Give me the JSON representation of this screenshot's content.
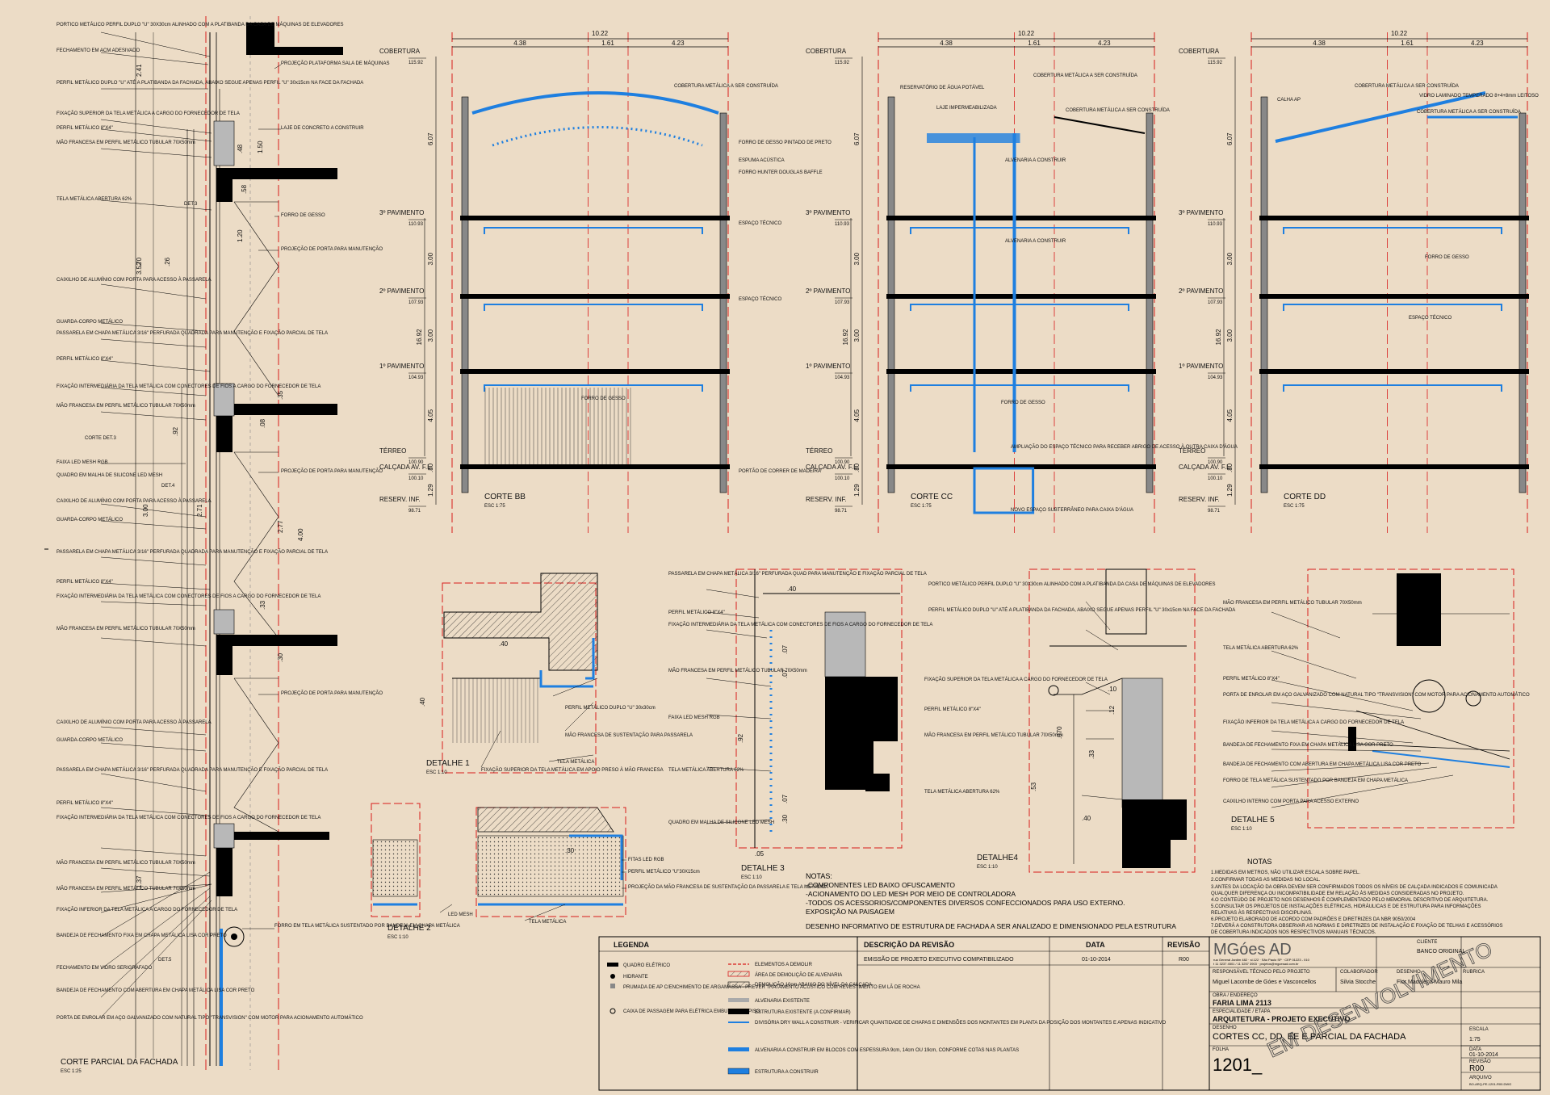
{
  "facade": {
    "title": "CORTE PARCIAL DA FACHADA",
    "scale": "ESC 1:25",
    "dims": [
      "2.41",
      "1.50",
      ".48",
      "3.52",
      ".92",
      "3.00",
      "4.00",
      "2.71",
      "2.77",
      "1.37",
      ".35",
      ".33",
      ".30",
      "1.20",
      ".58",
      ".08",
      ".70",
      ".26"
    ],
    "markers": [
      "DET.3",
      "CORTE DET.3",
      "DET.4",
      "DET.5"
    ],
    "labels": [
      "PORTICO METÁLICO PERFIL DUPLO \"U\" 30X30cm ALINHADO COM A PLATIBANDA DA CASA DE MÁQUINAS DE ELEVADORES",
      "FECHAMENTO EM ACM ADESIVADO",
      "PERFIL METÁLICO DUPLO \"U\" ATÉ A PLATIBANDA DA FACHADA, ABAIXO SEGUE APENAS PERFIL \"U\" 30x15cm NA FACE DA FACHADA",
      "FIXAÇÃO SUPERIOR DA TELA METÁLICA A CARGO DO FORNECEDOR DE TELA",
      "PERFIL METÁLICO 8\"X4\"",
      "MÃO FRANCESA EM PERFIL METÁLICO TUBULAR 70X50mm",
      "TELA METÁLICA ABERTURA 62%",
      "CAIXILHO DE ALUMÍNIO COM PORTA PARA ACESSO À PASSARELA",
      "GUARDA-CORPO METÁLICO",
      "PASSARELA EM CHAPA METÁLICA 3/16\" PERFURADA QUADRADA PARA MANUTENÇÃO E FIXAÇÃO PARCIAL DE TELA",
      "PERFIL METÁLICO 8\"X4\"",
      "FIXAÇÃO INTERMEDIÁRIA DA TELA METÁLICA COM CONECTORES DE FIOS A CARGO DO FORNECEDOR DE TELA",
      "MÃO FRANCESA EM PERFIL METÁLICO TUBULAR 70X50mm",
      "FAIXA LED MESH RGB",
      "QUADRO EM MALHA DE SILICONE LED MESH",
      "CAIXILHO DE ALUMÍNIO COM PORTA PARA ACESSO À PASSARELA",
      "GUARDA-CORPO METÁLICO",
      "PASSARELA EM CHAPA METÁLICA 3/16\" PERFURADA QUADRADA PARA MANUTENÇÃO E FIXAÇÃO PARCIAL DE TELA",
      "PERFIL METÁLICO 8\"X4\"",
      "FIXAÇÃO INTERMEDIÁRIA DA TELA METÁLICA COM CONECTORES DE FIOS A CARGO DO FORNECEDOR DE TELA",
      "MÃO FRANCESA EM PERFIL METÁLICO TUBULAR 70X50mm",
      "CAIXILHO DE ALUMÍNIO COM PORTA PARA ACESSO À PASSARELA",
      "GUARDA-CORPO METÁLICO",
      "PASSARELA EM CHAPA METÁLICA 3/16\" PERFURADA QUADRADA PARA MANUTENÇÃO E FIXAÇÃO PARCIAL DE TELA",
      "PERFIL METÁLICO 8\"X4\"",
      "FIXAÇÃO INTERMEDIÁRIA DA TELA METÁLICA COM CONECTORES DE FIOS A CARGO DO FORNECEDOR DE TELA",
      "MÃO FRANCESA EM PERFIL METÁLICO TUBULAR 70X50mm",
      "MÃO FRANCESA EM PERFIL METÁLICO TUBULAR 70X50mm",
      "FIXAÇÃO INFERIOR DA TELA METÁLICA A CARGO DO FORNECEDOR DE TELA",
      "BANDEJA DE FECHAMENTO FIXA EM CHAPA METÁLICA LISA COR PRETO",
      "FECHAMENTO EM VIDRO SERIGRAFADO",
      "BANDEJA DE FECHAMENTO COM ABERTURA EM CHAPA METÁLICA LISA COR PRETO",
      "PORTA DE ENROLAR EM AÇO GALVANIZADO COM NATURAL TIPO \"TRANSVISION\" COM MOTOR PARA ACIONAMENTO AUTOMÁTICO"
    ],
    "right_labels": [
      "PROJEÇÃO PLATAFORMA SALA DE MÁQUINAS",
      "LAJE DE CONCRETO A CONSTRUIR",
      "FORRO DE GESSO",
      "PROJEÇÃO DE PORTA PARA MANUTENÇÃO",
      "PROJEÇÃO DE PORTA PARA MANUTENÇÃO",
      "PROJEÇÃO DE PORTA PARA MANUTENÇÃO",
      "FORRO EM TELA METÁLICA SUSTENTADO POR BANDEJA EM CHAPA METÁLICA"
    ]
  },
  "sections": [
    {
      "title": "CORTE BB",
      "scale": "ESC 1:75",
      "overall": "10.22",
      "spans": [
        "4.38",
        "1.61",
        "4.23"
      ],
      "levels": [
        {
          "name": "COBERTURA",
          "elev": "115.92"
        },
        {
          "name": "3º PAVIMENTO",
          "elev": "110.93"
        },
        {
          "name": "2º PAVIMENTO",
          "elev": "107.93"
        },
        {
          "name": "1º PAVIMENTO",
          "elev": "104.93"
        },
        {
          "name": "TÉRREO",
          "elev": "100.90"
        },
        {
          "name": "CALÇADA AV. F.L.",
          "elev": "100.10"
        },
        {
          "name": "RESERV. INF.",
          "elev": "98.71"
        }
      ],
      "vdims": [
        "6.07",
        "3.00",
        "3.00",
        "4.05",
        ".80",
        "1.29",
        "16.92"
      ],
      "annotations": [
        "COBERTURA METÁLICA A SER CONSTRUÍDA",
        "FORRO DE GESSO PINTADO DE PRETO",
        "ESPUMA ACÚSTICA",
        "FORRO HUNTER DOUGLAS BAFFLE",
        "ESPAÇO TÉCNICO",
        "ESPAÇO TÉCNICO",
        "FORRO DE GESSO",
        "PORTÃO DE CORRER DE MADEIRA"
      ]
    },
    {
      "title": "CORTE CC",
      "scale": "ESC 1:75",
      "overall": "10.22",
      "spans": [
        "4.38",
        "1.61",
        "4.23"
      ],
      "levels": [
        {
          "name": "COBERTURA",
          "elev": "115.92"
        },
        {
          "name": "3º PAVIMENTO",
          "elev": "110.93"
        },
        {
          "name": "2º PAVIMENTO",
          "elev": "107.93"
        },
        {
          "name": "1º PAVIMENTO",
          "elev": "104.93"
        },
        {
          "name": "TÉRREO",
          "elev": "100.90"
        },
        {
          "name": "CALÇADA AV. F.L.",
          "elev": "100.10"
        },
        {
          "name": "RESERV. INF.",
          "elev": "98.71"
        }
      ],
      "vdims": [
        "6.07",
        "3.00",
        "3.00",
        "4.05",
        ".80",
        "1.29",
        "16.92"
      ],
      "annotations": [
        "RESERVATÓRIO DE ÁGUA POTÁVEL",
        "COBERTURA METÁLICA A SER CONSTRUÍDA",
        "COBERTURA METÁLICA A SER CONSTRUÍDA",
        "LAJE IMPERMEABILIZADA",
        "ALVENARIA A CONSTRUIR",
        "ALVENARIA A CONSTRUIR",
        "FORRO DE GESSO",
        "AMPLIAÇÃO DO ESPAÇO TÉCNICO PARA RECEBER ABRIGO DE ACESSO À OUTRA CAIXA D'ÁGUA",
        "NOVO ESPAÇO SUBTERRÂNEO PARA CAIXA D'ÁGUA"
      ]
    },
    {
      "title": "CORTE DD",
      "scale": "ESC 1:75",
      "overall": "10.22",
      "spans": [
        "4.38",
        "1.61",
        "4.23"
      ],
      "levels": [
        {
          "name": "COBERTURA",
          "elev": "115.92"
        },
        {
          "name": "3º PAVIMENTO",
          "elev": "110.93"
        },
        {
          "name": "2º PAVIMENTO",
          "elev": "107.93"
        },
        {
          "name": "1º PAVIMENTO",
          "elev": "104.93"
        },
        {
          "name": "TÉRREO",
          "elev": "100.90"
        },
        {
          "name": "CALÇADA AV. F.L.",
          "elev": "100.10"
        },
        {
          "name": "RESERV. INF.",
          "elev": "98.71"
        }
      ],
      "vdims": [
        "6.07",
        "3.00",
        "3.00",
        "4.05",
        ".80",
        "1.29",
        "16.92"
      ],
      "annotations": [
        "CALHA AP",
        "COBERTURA METÁLICA A SER CONSTRUÍDA",
        "VIDRO LAMINADO TEMPERADO 8+4+8mm LEITOSO",
        "COBERTURA METÁLICA A SER CONSTRUÍDA",
        "FORRO DE GESSO",
        "ESPAÇO TÉCNICO"
      ]
    }
  ],
  "details": [
    {
      "title": "DETALHE 1",
      "scale": "ESC 1:10",
      "labels": [
        "PERFIL METÁLICO DUPLO \"U\" 30x30cm",
        "MÃO FRANCESA DE SUSTENTAÇÃO PARA PASSARELA",
        "TELA METÁLICA",
        "FIXAÇÃO SUPERIOR DA TELA METÁLICA EM APOIO PRESO À MÃO FRANCESA"
      ],
      "dims": [
        ".40",
        ".40"
      ]
    },
    {
      "title": "DETALHE 2",
      "scale": "ESC 1:10",
      "labels": [
        "FITAS LED RGB",
        "PERFIL METÁLICO \"U\"30X15cm",
        "PROJEÇÃO DA MÃO FRANCESA DE SUSTENTAÇÃO DA PASSARELA E TELA METÁLICA",
        "LED MESH",
        "TELA METÁLICA"
      ],
      "dims": [
        ".30"
      ]
    },
    {
      "title": "DETALHE 3",
      "scale": "ESC 1:10",
      "labels": [
        "PASSARELA EM CHAPA METÁLICA 3/16\" PERFURADA QUAD PARA MANUTENÇÃO E FIXAÇÃO PARCIAL DE TELA",
        "PERFIL METÁLICO 8\"X4\"",
        "FIXAÇÃO INTERMEDIÁRIA DA TELA METÁLICA COM CONECTORES DE FIOS A CARGO DO FORNECEDOR DE TELA",
        "MÃO FRANCESA EM PERFIL METÁLICO TUBULAR 70X50mm",
        "FAIXA LED MESH RGB",
        "TELA METÁLICA ABERTURA 62%",
        "QUADRO EM MALHA DE SILICONE LED MESH"
      ],
      "dims": [
        ".40",
        ".07",
        ".07",
        ".92",
        ".30",
        ".07",
        ".05"
      ]
    },
    {
      "title": "DETALHE4",
      "scale": "ESC 1:10",
      "labels": [
        "PORTICO METÁLICO PERFIL DUPLO \"U\" 30X30cm ALINHADO COM A PLATIBANDA DA CASA DE MÁQUINAS DE ELEVADORES",
        "PERFIL METÁLICO DUPLO \"U\" ATÉ A PLATIBANDA DA FACHADA, ABAIXO SEGUE APENAS PERFIL \"U\" 30x15cm NA FACE DA FACHADA",
        "FIXAÇÃO SUPERIOR DA TELA METÁLICA A CARGO DO FORNECEDOR DE TELA",
        "PERFIL METÁLICO 8\"X4\"",
        "MÃO FRANCESA EM PERFIL METÁLICO TUBULAR 70X50mm",
        "TELA METÁLICA ABERTURA 62%"
      ],
      "dims": [
        ".10",
        ".12",
        ".070",
        ".33",
        ".53",
        ".40"
      ]
    },
    {
      "title": "DETALHE 5",
      "scale": "ESC 1:10",
      "labels": [
        "MÃO FRANCESA EM PERFIL METÁLICO TUBULAR 70X50mm",
        "TELA METÁLICA ABERTURA 62%",
        "PERFIL METÁLICO 8\"X4\"",
        "PORTA DE ENROLAR EM AÇO GALVANIZADO COM NATURAL TIPO \"TRANSVISION\" COM MOTOR PARA ACIONAMENTO AUTOMÁTICO",
        "FIXAÇÃO INFERIOR DA TELA METÁLICA A CARGO DO FORNECEDOR DE TELA",
        "BANDEJA DE FECHAMENTO FIXA EM CHAPA METÁLICA LISA COR PRETO",
        "BANDEJA DE FECHAMENTO COM ABERTURA EM CHAPA METÁLICA LISA COR PRETO",
        "FORRO DE TELA METÁLICA SUSTENTADO POR BANDEJA EM CHAPA METÁLICA",
        "CAIXILHO INTERNO COM PORTA PARA ACESSO EXTERNO"
      ]
    }
  ],
  "notes_mid": {
    "title": "NOTAS:",
    "items": [
      "-COMPONENTES LED BAIXO OFUSCAMENTO",
      "-ACIONAMENTO DO LED MESH POR MEIO DE CONTROLADORA",
      "-TODOS OS ACESSORIOS/COMPONENTES DIVERSOS CONFECCIONADOS PARA USO EXTERNO.",
      "EXPOSIÇÃO NA PAISAGEM"
    ],
    "footer": "DESENHO INFORMATIVO DE ESTRUTURA DE FACHADA A SER ANALIZADO E DIMENSIONADO PELA ESTRUTURA"
  },
  "notes_right": {
    "title": "NOTAS",
    "items": [
      "1.MEDIDAS EM METROS, NÃO UTILIZAR ESCALA SOBRE PAPEL.",
      "2.CONFIRMAR TODAS AS MEDIDAS NO LOCAL.",
      "3.ANTES DA LOCAÇÃO DA OBRA DEVEM SER CONFIRMADOS TODOS OS NÍVEIS DE CALÇADA INDICADOS E COMUNICADA",
      "QUALQUER DIFERENÇA OU INCOMPATIBILIDADE EM RELAÇÃO ÀS MEDIDAS CONSIDERADAS NO PROJETO.",
      "4.O CONTEÚDO DE PROJETO NOS DESENHOS É COMPLEMENTADO PELO MEMORIAL DESCRITIVO DE ARQUITETURA.",
      "5.CONSULTAR OS PROJETOS DE INSTALAÇÕES ELÉTRICAS, HIDRÁULICAS E DE ESTRUTURA PARA INFORMAÇÕES",
      "RELATIVAS ÀS RESPECTIVAS DISCIPLINAS.",
      "6.PROJETO ELABORADO DE ACORDO COM PADRÕES E DIRETRIZES DA NBR 9050/2004",
      "7.DEVERÁ A CONSTRUTORA OBSERVAR AS NORMAS E DIRETRIZES DE INSTALAÇÃO E FIXAÇÃO DE TELHAS E ACESSÓRIOS",
      "DE COBERTURA INDICADOS NOS RESPECTIVOS MANUAIS TÉCNICOS."
    ]
  },
  "legend": {
    "title": "LEGENDA",
    "left": [
      "QUADRO ELÉTRICO",
      "HIDRANTE",
      "PRUMADA DE AP C/ENCHIMENTO DE ARGAMASSA - PREVER TRATAMENTO ACÚSTICO COM REVESTIMENTO EM LÃ DE ROCHA",
      "CAIXA DE PASSAGEM PARA ELÉTRICA EMBUTIDA NO PISO"
    ],
    "right": [
      "ELEMENTOS A DEMOLIR",
      "ÁREA DE DEMOLIÇÃO DE ALVENARIA",
      "DEMOLIÇÃO 10cm ABAIXO DO NÍVEL DA CALÇADA",
      "ALVENARIA EXISTENTE",
      "ESTRUTURA EXISTENTE (A CONFIRMAR)",
      "DIVISÓRIA DRY WALL A CONSTRUIR - VERIFICAR QUANTIDADE DE CHAPAS E DIMENSÕES DOS MONTANTES EM PLANTA DA POSIÇÃO DOS MONTANTES E APENAS INDICATIVO",
      "ALVENARIA A CONSTRUIR EM BLOCOS COM ESPESSURA 9cm, 14cm OU 19cm, CONFORME COTAS NAS PLANTAS",
      "ESTRUTURA A CONSTRUIR"
    ]
  },
  "revision": {
    "headers": [
      "DESCRIÇÃO DA REVISÃO",
      "DATA",
      "REVISÃO"
    ],
    "rows": [
      [
        "EMISSÃO DE PROJETO EXECUTIVO COMPATIBILIZADO",
        "01-10-2014",
        "R00"
      ]
    ]
  },
  "titleblock": {
    "firm": "MGóes AD",
    "firm_address": "rua General Jardim 482 · sl.122 · São Paulo SP · CEP 01223 - 010",
    "firm_phone": "t 11 3237 4501 / 11 3257 3903 · projetos@mgoesad.com.br",
    "client_label": "CLIENTE",
    "client": "BANCO ORIGINAL",
    "resp_label": "RESPONSÁVEL TÉCNICO PELO PROJETO",
    "resp": "Miguel Lacombe de Góes e Vasconcellos",
    "collab_label": "COLABORADOR",
    "collab": "Silvia Stocche",
    "drawing_by_label": "DESENHO",
    "drawing_by": "Flor Madalena Mauro Mila",
    "rubrica_label": "RUBRICA",
    "work_label": "OBRA / ENDEREÇO",
    "work": "FARIA LIMA 2113",
    "spec_label": "ESPECIALIDADE / ETAPA",
    "spec": "ARQUITETURA - PROJETO EXECUTIVO",
    "drawing_label": "DESENHO",
    "drawing": "CORTES CC, DD, EE E PARCIAL DA FACHADA",
    "scale_label": "ESCALA",
    "scale": "1:75",
    "date_label": "DATA",
    "date": "01-10-2014",
    "sheet_label": "FOLHA",
    "sheet": "1201_",
    "rev_label": "REVISÃO",
    "rev": "R00",
    "file_label": "ARQUIVO",
    "file": "BO-ARQ-PE-1201-R00.DWG",
    "watermark": "EM DESENVOLVIMENTO"
  },
  "colors": {
    "background": "#ecdcc6",
    "blue": "#1e7fe0",
    "red": "#d81b1b",
    "ink": "#111111"
  }
}
